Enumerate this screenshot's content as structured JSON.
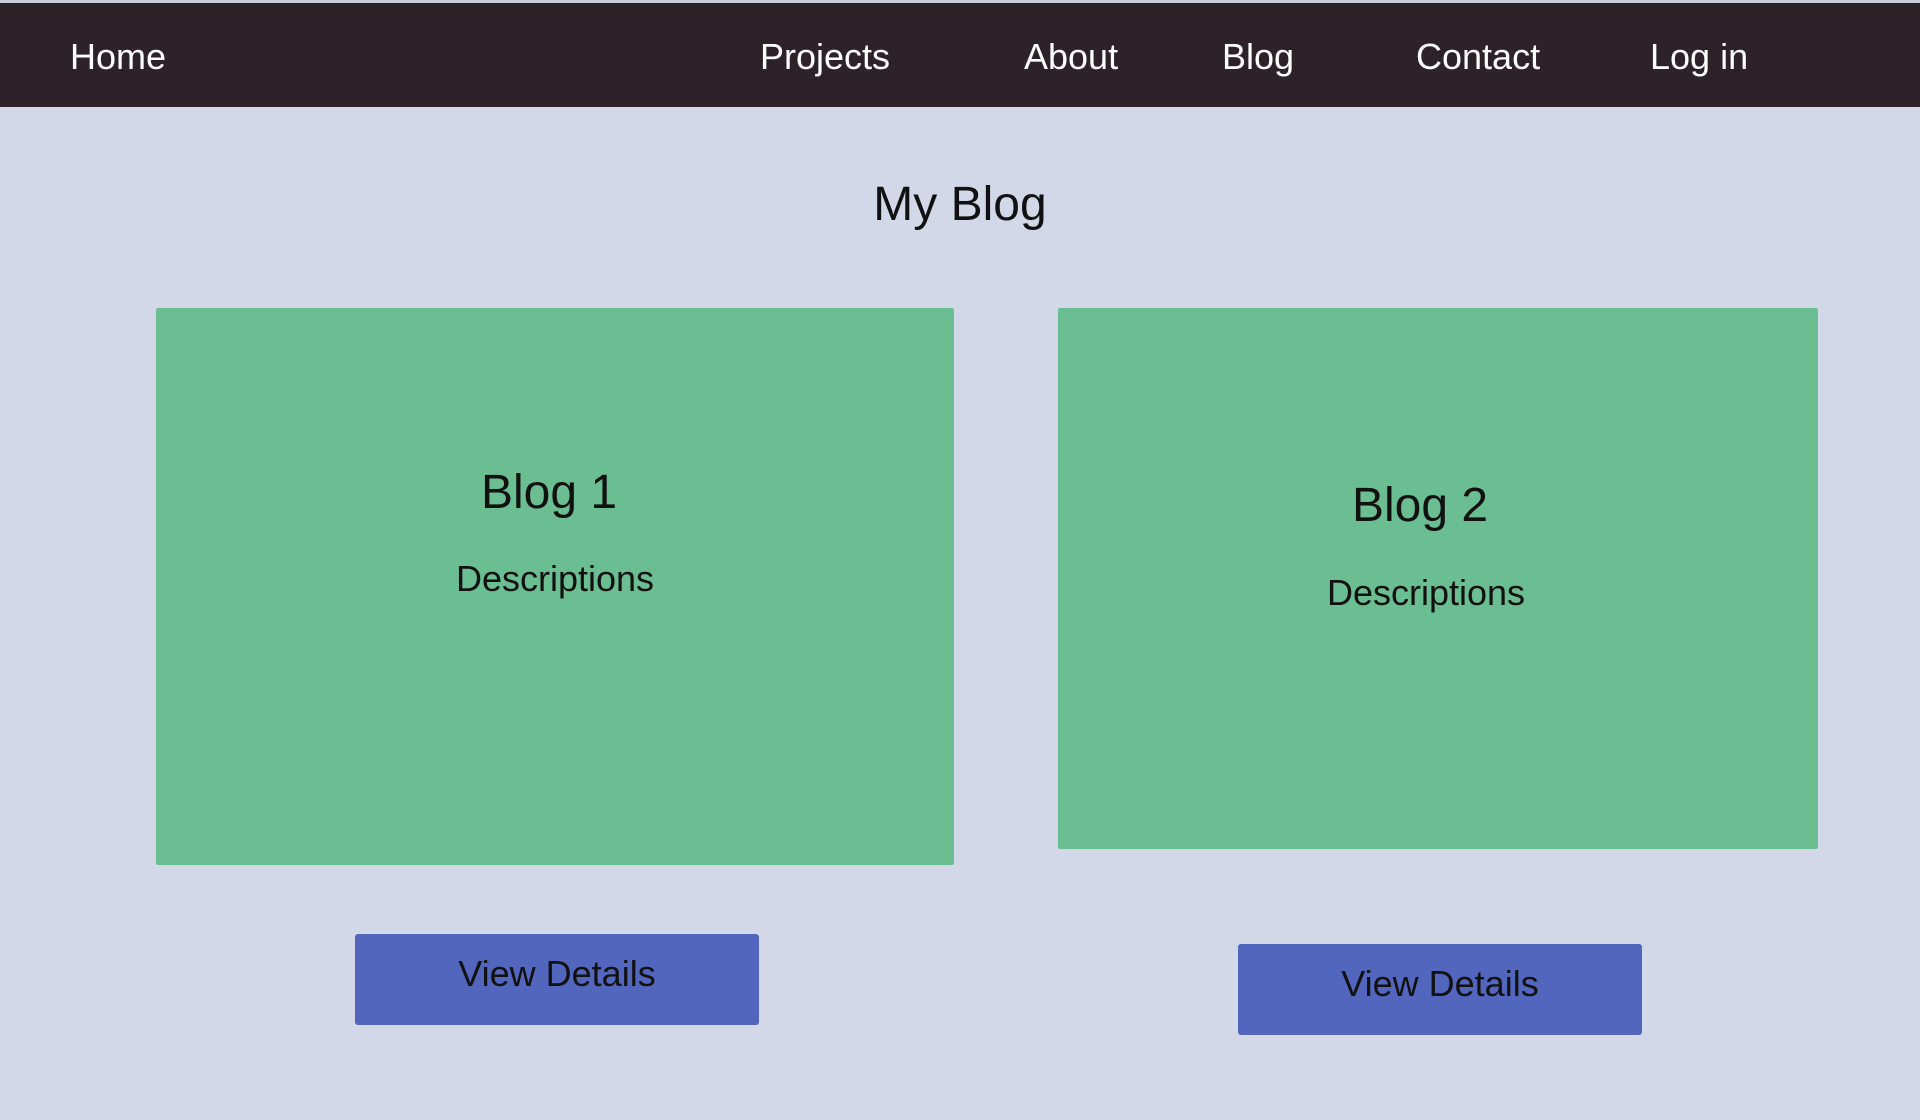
{
  "nav": {
    "home": "Home",
    "projects": "Projects",
    "about": "About",
    "blog": "Blog",
    "contact": "Contact",
    "login": "Log in"
  },
  "page": {
    "title": "My Blog"
  },
  "cards": [
    {
      "title": "Blog 1",
      "description": "Descriptions",
      "button_label": "View Details"
    },
    {
      "title": "Blog 2",
      "description": "Descriptions",
      "button_label": "View Details"
    }
  ],
  "colors": {
    "navbar_bg": "#2c2228",
    "page_bg": "#d3d8e8",
    "card_bg": "#6bbd92",
    "button_bg": "#5166bc"
  }
}
